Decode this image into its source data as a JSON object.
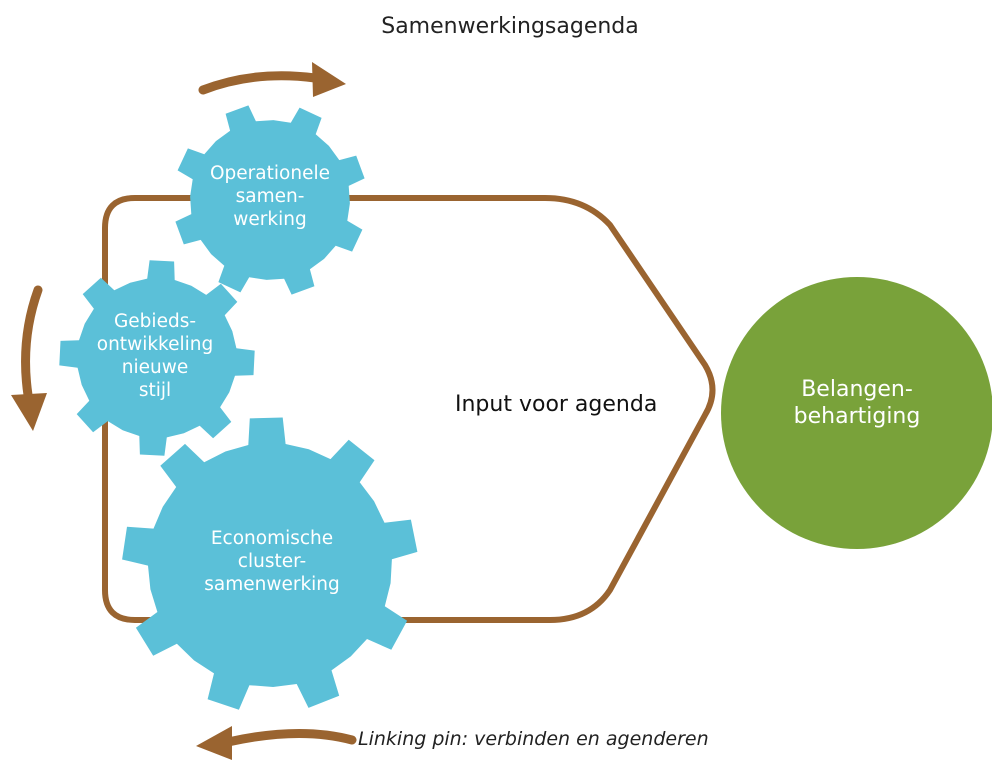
{
  "title": "Samenwerkingsagenda",
  "center_label": "Input voor agenda",
  "colors": {
    "gear": "#5bc0d8",
    "frame": "#9a6430",
    "circle": "#79a23a",
    "text_dark": "#222222"
  },
  "gears": {
    "top": {
      "lines": [
        "Operationele",
        "samen-",
        "werking"
      ]
    },
    "middle": {
      "lines": [
        "Gebieds-",
        "ontwikkeling",
        "nieuwe",
        "stijl"
      ]
    },
    "bottom": {
      "lines": [
        "Economische",
        "cluster-",
        "samenwerking"
      ]
    }
  },
  "circle": {
    "lines": [
      "Belangen-",
      "behartiging"
    ]
  },
  "caption": "Linking pin: verbinden en agenderen"
}
